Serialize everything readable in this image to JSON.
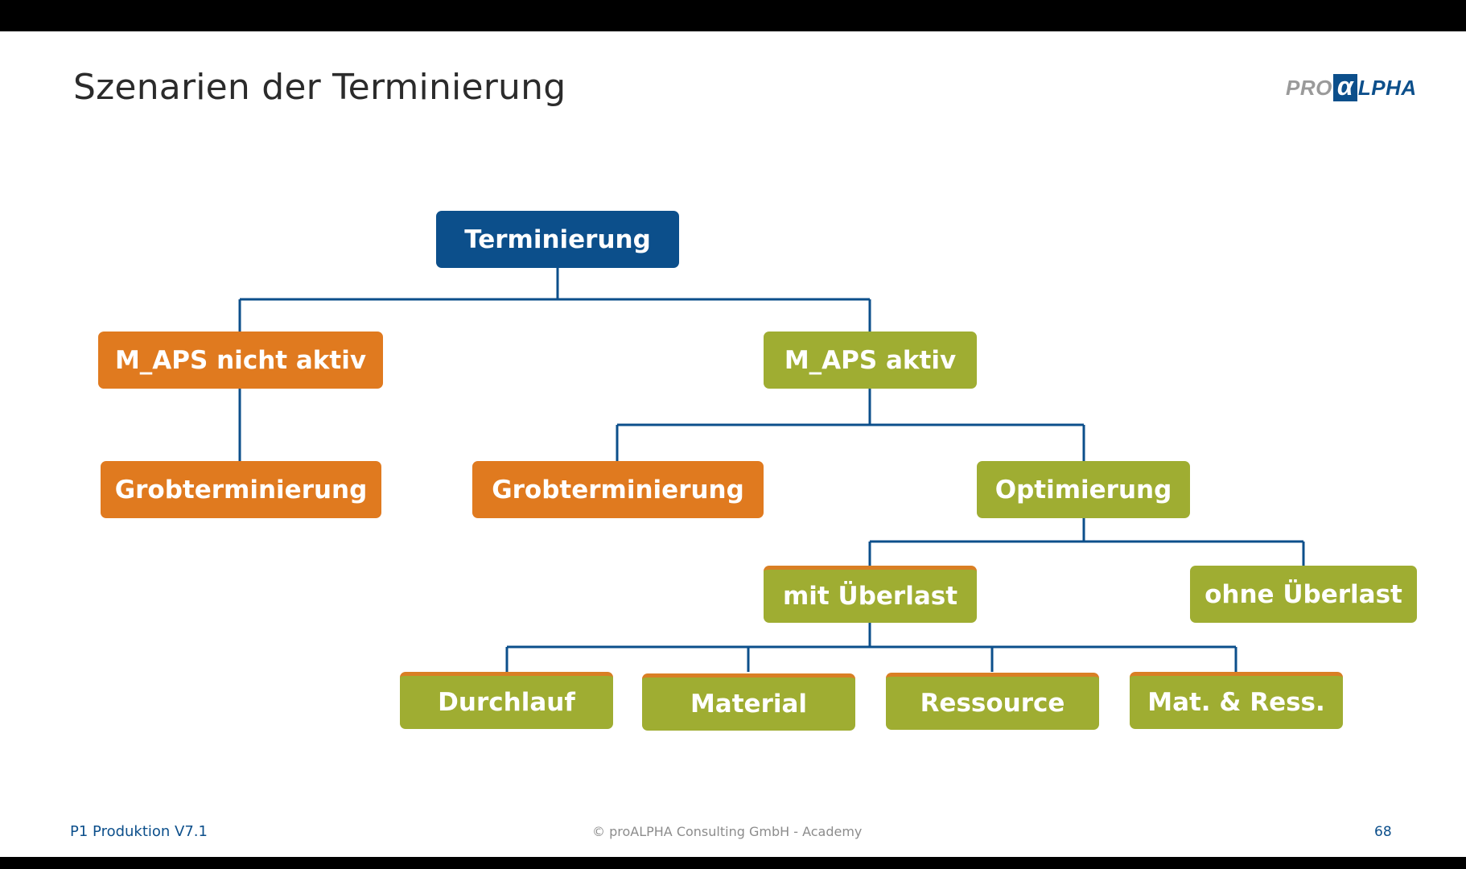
{
  "title": "Szenarien der Terminierung",
  "logo": {
    "pro": "PRO",
    "alpha": "α",
    "lpha": "LPHA"
  },
  "nodes": {
    "root": "Terminierung",
    "maps_off": "M_APS nicht aktiv",
    "maps_on": "M_APS aktiv",
    "grob_1": "Grobterminierung",
    "grob_2": "Grobterminierung",
    "optimierung": "Optimierung",
    "mit_ueberlast": "mit Überlast",
    "ohne_ueberlast": "ohne Überlast",
    "durchlauf": "Durchlauf",
    "material": "Material",
    "ressource": "Ressource",
    "mat_ress": "Mat. & Ress."
  },
  "colors": {
    "root": "#0c4f8b",
    "orange": "#e07a1f",
    "green": "#9fad32",
    "connector": "#0c4f8b"
  },
  "footer": {
    "left": "P1 Produktion V7.1",
    "center": "© proALPHA Consulting GmbH - Academy",
    "page": "68"
  }
}
